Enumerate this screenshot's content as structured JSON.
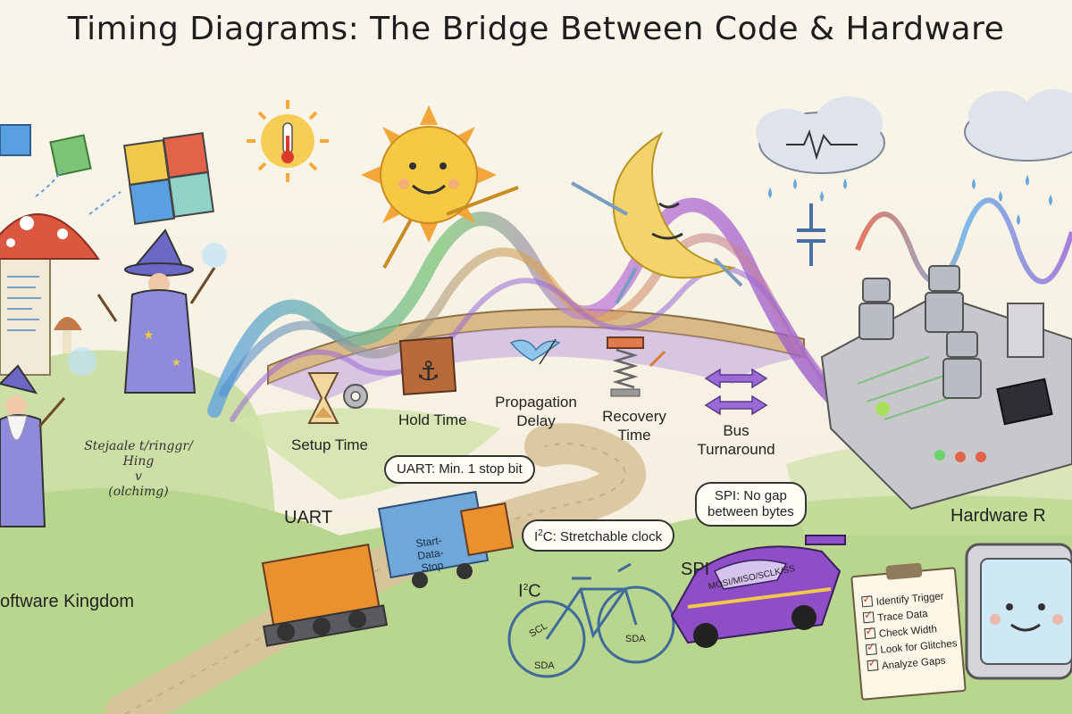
{
  "title": "Timing Diagrams: The Bridge Between Code & Hardware",
  "regions": {
    "software": "oftware Kingdom",
    "hardware": "Hardware R"
  },
  "timing_params": {
    "setup": "Setup Time",
    "hold": "Hold Time",
    "propagation_1": "Propagation",
    "propagation_2": "Delay",
    "recovery_1": "Recovery",
    "recovery_2": "Time",
    "bus_1": "Bus",
    "bus_2": "Turnaround"
  },
  "protocols": {
    "uart_label": "UART",
    "uart_bubble": "UART: Min. 1 stop bit",
    "uart_train_1": "Start-",
    "uart_train_2": "Data-Stop",
    "i2c_label_base": "I",
    "i2c_label_sup": "2",
    "i2c_label_end": "C",
    "i2c_bubble_base": "I",
    "i2c_bubble_sup": "2",
    "i2c_bubble_end": "C: Stretchable clock",
    "i2c_scl": "SCL",
    "i2c_sda_1": "SDA",
    "i2c_sda_2": "SDA",
    "spi_label": "SPI",
    "spi_bubble_1": "SPI: No gap",
    "spi_bubble_2": "between bytes",
    "spi_car": "MOSI/MISO/SCLK/SS"
  },
  "wizard_scribbles": {
    "line1": "Stejaale t/ringgr/",
    "line2": "Hing",
    "line3": "v",
    "line4": "(olchimg)"
  },
  "checklist": [
    "Identify Trigger",
    "Trace Data",
    "Check Width",
    "Look for Glitches",
    "Analyze Gaps"
  ],
  "colors": {
    "background": "#f7f2e4",
    "grass": "#b9d68e",
    "path": "#d9c39b",
    "sun": "#f6c945",
    "moon": "#f3d36b",
    "wave_blue": "#5aa0e0",
    "wave_purple": "#9b6ad6",
    "wave_green": "#7cc576",
    "wave_red": "#e2624a",
    "train_orange": "#e8912e",
    "car_purple": "#8e4ec6"
  },
  "icons": [
    "puzzle-icon",
    "mushroom-icon",
    "wizard-icon",
    "sun-icon",
    "moon-icon",
    "thermometer-icon",
    "cloud-icon",
    "rain-icon",
    "hourglass-icon",
    "gear-icon",
    "anchor-icon",
    "bird-icon",
    "spring-icon",
    "arrows-icon",
    "robot-icon",
    "circuit-board-icon",
    "train-icon",
    "bicycle-icon",
    "race-car-icon",
    "clipboard-icon",
    "monitor-icon",
    "capacitor-icon"
  ]
}
